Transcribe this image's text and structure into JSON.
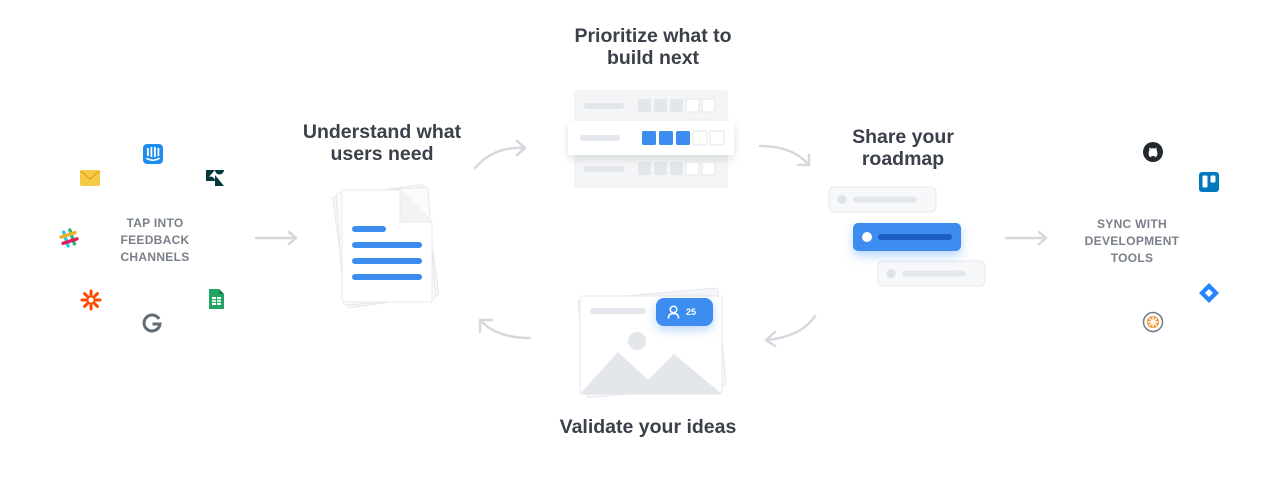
{
  "headings": {
    "prioritize_line1": "Prioritize what to",
    "prioritize_line2": "build next",
    "understand_line1": "Understand what",
    "understand_line2": "users need",
    "share_line1": "Share your",
    "share_line2": "roadmap",
    "validate": "Validate your ideas"
  },
  "labels": {
    "tap_line1": "TAP INTO",
    "tap_line2": "FEEDBACK",
    "tap_line3": "CHANNELS",
    "sync_line1": "SYNC WITH",
    "sync_line2": "DEVELOPMENT",
    "sync_line3": "TOOLS"
  },
  "vote_card": {
    "count": "25"
  },
  "icons": {
    "feedback": [
      "intercom-icon",
      "email-icon",
      "zendesk-icon",
      "slack-icon",
      "zapier-icon",
      "google-icon",
      "google-sheets-icon"
    ],
    "dev": [
      "github-icon",
      "trello-icon",
      "jira-icon",
      "clubhouse-icon"
    ]
  },
  "colors": {
    "accent_blue": "#3d8cf0",
    "arrow_gray": "#d5d9de",
    "heading_text": "#3b404a",
    "label_text": "#7a808a"
  }
}
